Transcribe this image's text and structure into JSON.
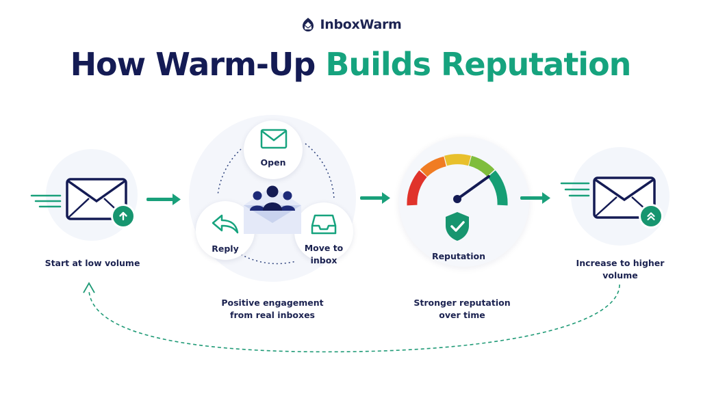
{
  "brand": {
    "name": "InboxWarm"
  },
  "title": {
    "part1": "How Warm-Up",
    "part2": "Builds Reputation"
  },
  "steps": {
    "start": {
      "label": "Start at low volume"
    },
    "engagement": {
      "open": "Open",
      "reply": "Reply",
      "move_line1": "Move to",
      "move_line2": "inbox",
      "caption_line1": "Positive engagement",
      "caption_line2": "from real inboxes"
    },
    "reputation": {
      "gauge_label": "Reputation",
      "caption_line1": "Stronger reputation",
      "caption_line2": "over time"
    },
    "increase": {
      "line1": "Increase to higher",
      "line2": "volume"
    }
  },
  "colors": {
    "navy": "#141b54",
    "green": "#16a37e",
    "teal": "#17956f"
  }
}
